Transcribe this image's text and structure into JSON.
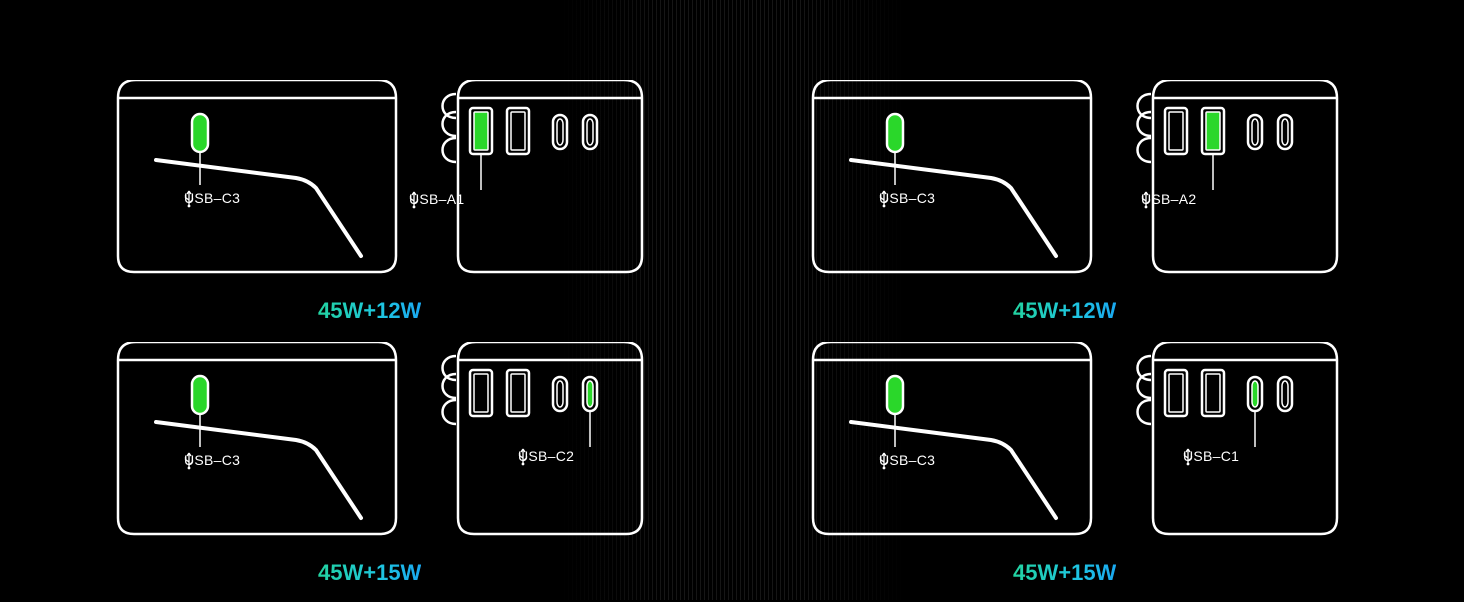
{
  "colors": {
    "active_port": "#2ad72a",
    "outline": "#ffffff",
    "gradient_start": "#22d3a0",
    "gradient_end": "#1aa8f0"
  },
  "combos": [
    {
      "left_label": "USB–C3",
      "right_label": "USB–A1",
      "wattage": "45W+12W",
      "active_right_port": "A1"
    },
    {
      "left_label": "USB–C3",
      "right_label": "USB–C2",
      "wattage": "45W+15W",
      "active_right_port": "C2"
    },
    {
      "left_label": "USB–C3",
      "right_label": "USB–A2",
      "wattage": "45W+12W",
      "active_right_port": "A2"
    },
    {
      "left_label": "USB–C3",
      "right_label": "USB–C1",
      "wattage": "45W+15W",
      "active_right_port": "C1"
    }
  ]
}
